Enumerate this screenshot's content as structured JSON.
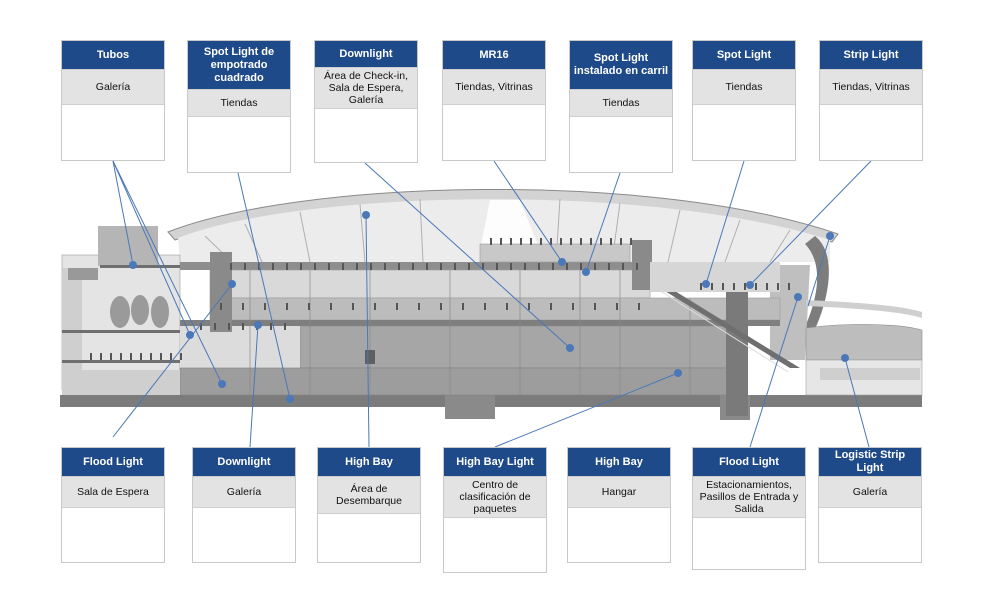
{
  "colors": {
    "header": "#1f4a8a",
    "subheader": "#e3e3e3",
    "leader": "#4a78b8",
    "dot": "#4a78b8",
    "building_dark": "#8c8c8c",
    "building_mid": "#b9b9b9",
    "building_light": "#dedede"
  },
  "top_cards": [
    {
      "title": "Tubos",
      "location": "Galería"
    },
    {
      "title": "Spot Light de empotrado cuadrado",
      "location": "Tiendas"
    },
    {
      "title": "Downlight",
      "location": "Área de Check-in, Sala de Espera, Galería"
    },
    {
      "title": "MR16",
      "location": "Tiendas, Vitrinas"
    },
    {
      "title": "Spot Light instalado en carril",
      "location": "Tiendas"
    },
    {
      "title": "Spot Light",
      "location": "Tiendas"
    },
    {
      "title": "Strip Light",
      "location": "Tiendas, Vitrinas"
    }
  ],
  "bottom_cards": [
    {
      "title": "Flood Light",
      "location": "Sala de Espera"
    },
    {
      "title": "Downlight",
      "location": "Galería"
    },
    {
      "title": "High Bay",
      "location": "Área de Desembarque"
    },
    {
      "title": "High Bay Light",
      "location": "Centro de clasificación de paquetes"
    },
    {
      "title": "High Bay",
      "location": "Hangar"
    },
    {
      "title": "Flood Light",
      "location": "Estacionamientos, Pasillos de Entrada y Salida"
    },
    {
      "title": "Logistic Strip Light",
      "location": "Galería"
    }
  ],
  "icons": {
    "marker": "light-point-icon",
    "tree": "tree-icon",
    "person": "person-icon"
  }
}
